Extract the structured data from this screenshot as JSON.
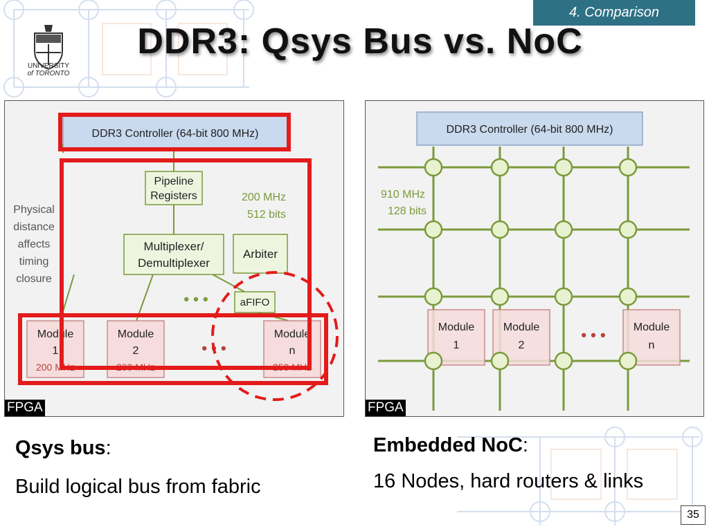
{
  "section_tag": "4. Comparison",
  "title": "DDR3: Qsys Bus vs. NoC",
  "logo": {
    "line1": "UNIVERSITY",
    "line2": "of TORONTO"
  },
  "left_diagram": {
    "controller": "DDR3 Controller (64-bit 800 MHz)",
    "pipeline": [
      "Pipeline",
      "Registers"
    ],
    "bus_freq": "200 MHz",
    "bus_width": "512 bits",
    "mux": [
      "Multiplexer/",
      "Demultiplexer"
    ],
    "arbiter": "Arbiter",
    "afifo": "aFIFO",
    "note": [
      "Physical",
      "distance",
      "affects",
      "timing",
      "closure"
    ],
    "ellipsis": "• • •",
    "modules": [
      {
        "name": "Module",
        "id": "1",
        "freq": "200 MHz"
      },
      {
        "name": "Module",
        "id": "2",
        "freq": "200 MHz"
      },
      {
        "name": "Module",
        "id": "n",
        "freq": "250 MHz"
      }
    ],
    "fpga": "FPGA"
  },
  "right_diagram": {
    "controller": "DDR3 Controller (64-bit 800 MHz)",
    "noc_freq": "910 MHz",
    "noc_width": "128 bits",
    "ellipsis": "• • •",
    "modules": [
      {
        "name": "Module",
        "id": "1"
      },
      {
        "name": "Module",
        "id": "2"
      },
      {
        "name": "Module",
        "id": "n"
      }
    ],
    "fpga": "FPGA"
  },
  "captions": {
    "left_heading": "Qsys bus",
    "left_body": "Build logical bus from fabric",
    "right_heading": "Embedded NoC",
    "right_body": "16 Nodes, hard routers & links",
    "colon": ":"
  },
  "page_number": "35",
  "colors": {
    "accent": "#2e7184",
    "highlight": "#e31b1b",
    "wire": "#7a9a3a",
    "node": "#e8f2d0",
    "module": "#f6dcdc",
    "controller": "#c9d9ee"
  }
}
